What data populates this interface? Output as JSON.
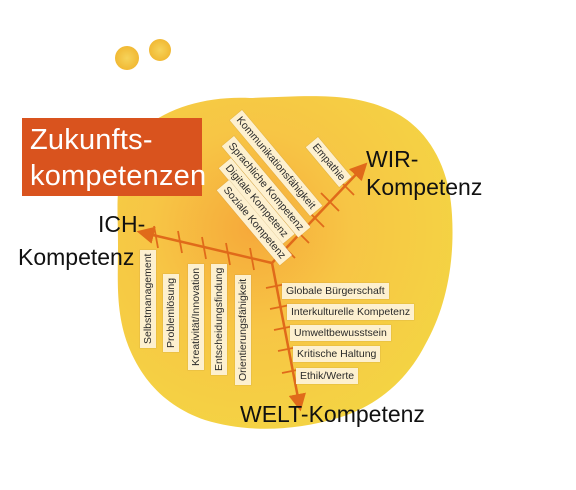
{
  "title": {
    "line1": "Zukunfts-",
    "line2": "kompetenzen"
  },
  "colors": {
    "arrow": "#e06a1a",
    "title_bg": "#d9531e",
    "label_bg": "#fdf0cf"
  },
  "ich": {
    "line1": "ICH-",
    "line2": "Kompetenz",
    "items": [
      "Selbstmanagement",
      "Problemlösung",
      "Kreativität/Innovation",
      "Entscheidungsfindung",
      "Orientierungsfähigkeit"
    ]
  },
  "wir": {
    "line1": "WIR-",
    "line2": "Kompetenz",
    "items": [
      "Empathie",
      "Kommunikationsfähigkeit",
      "Sprachliche Kompetenz",
      "Digitale Kompetenz",
      "Soziale Kompetenz"
    ]
  },
  "welt": {
    "label": "WELT-Kompetenz",
    "items": [
      "Globale Bürgerschaft",
      "Interkulturelle Kompetenz",
      "Umweltbewusstsein",
      "Kritische Haltung",
      "Ethik/Werte"
    ]
  }
}
